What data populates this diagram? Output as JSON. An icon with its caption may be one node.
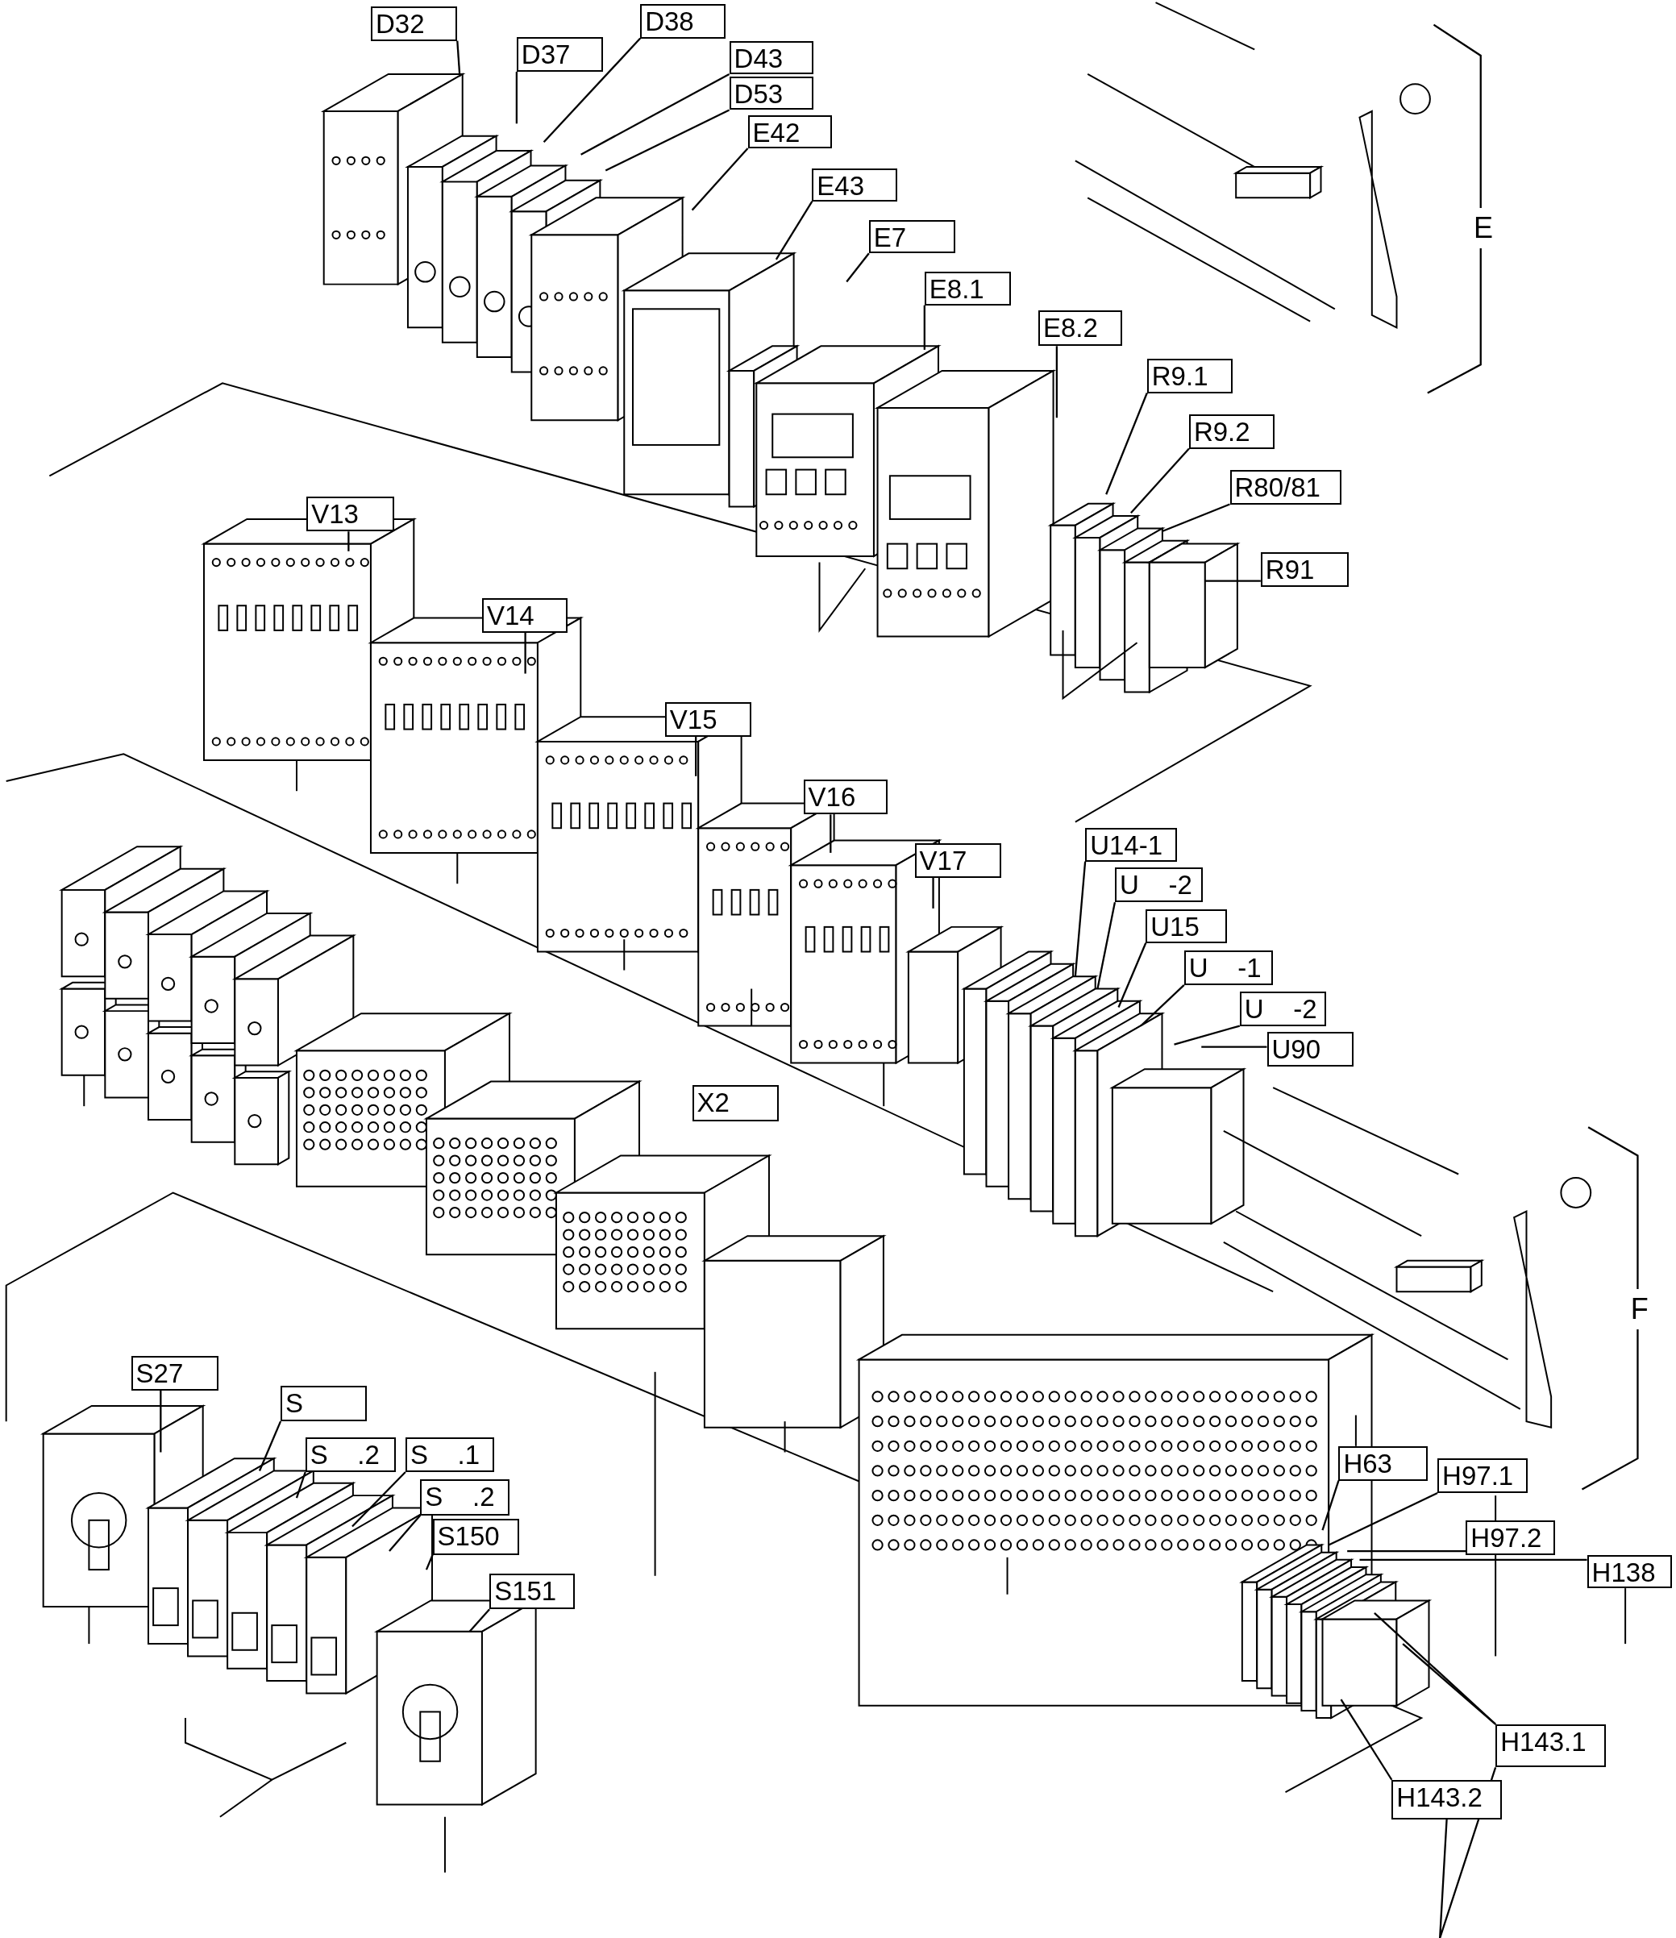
{
  "diagram": {
    "nodes": [
      {
        "text": [
          "D32"
        ]
      },
      {
        "text": [
          "D37"
        ]
      },
      {
        "text": [
          "D38"
        ]
      },
      {
        "text": [
          "D43"
        ]
      },
      {
        "text": [
          "D53"
        ]
      },
      {
        "text": [
          "E42"
        ]
      },
      {
        "text": [
          "E43"
        ]
      },
      {
        "text": [
          "E7"
        ]
      },
      {
        "text": [
          "E8.1"
        ]
      },
      {
        "text": [
          "E8.2"
        ]
      },
      {
        "text": [
          "R9.1"
        ]
      },
      {
        "text": [
          "R9.2"
        ]
      },
      {
        "text": [
          "R80/81"
        ]
      },
      {
        "text": [
          "R91"
        ]
      },
      {
        "text": [
          "V13"
        ]
      },
      {
        "text": [
          "V14"
        ]
      },
      {
        "text": [
          "V15"
        ]
      },
      {
        "text": [
          "V16"
        ]
      },
      {
        "text": [
          "V17"
        ]
      },
      {
        "text": [
          "U14-1"
        ]
      },
      {
        "text": [
          "U    -2"
        ]
      },
      {
        "text": [
          "U15"
        ]
      },
      {
        "text": [
          "U    -1"
        ]
      },
      {
        "text": [
          "U    -2"
        ]
      },
      {
        "text": [
          "U90"
        ]
      },
      {
        "text": [
          "X2"
        ]
      },
      {
        "text": [
          "S27"
        ]
      },
      {
        "text": [
          "S"
        ]
      },
      {
        "text": [
          "S    .2"
        ]
      },
      {
        "text": [
          "S    .1"
        ]
      },
      {
        "text": [
          "S    .2"
        ]
      },
      {
        "text": [
          "S150"
        ]
      },
      {
        "text": [
          "S151"
        ]
      },
      {
        "text": [
          "H63"
        ]
      },
      {
        "text": [
          "H97.1"
        ]
      },
      {
        "text": [
          "H97.2"
        ]
      },
      {
        "text": [
          "H138"
        ]
      },
      {
        "text": [
          "H143.1"
        ]
      },
      {
        "text": [
          "H143.2"
        ]
      }
    ],
    "edges": [
      {
        "from": 0,
        "to": null,
        "arrow": "none"
      },
      {
        "from": 1,
        "to": null,
        "arrow": "none"
      },
      {
        "from": 2,
        "to": null,
        "arrow": "none"
      },
      {
        "from": 3,
        "to": null,
        "arrow": "none"
      },
      {
        "from": 4,
        "to": null,
        "arrow": "none"
      },
      {
        "from": 5,
        "to": null,
        "arrow": "none"
      },
      {
        "from": 6,
        "to": null,
        "arrow": "none"
      },
      {
        "from": 7,
        "to": null,
        "arrow": "none"
      },
      {
        "from": 8,
        "to": null,
        "arrow": "none"
      },
      {
        "from": 9,
        "to": null,
        "arrow": "none"
      },
      {
        "from": 10,
        "to": null,
        "arrow": "none"
      },
      {
        "from": 11,
        "to": null,
        "arrow": "none"
      },
      {
        "from": 12,
        "to": null,
        "arrow": "none"
      },
      {
        "from": 13,
        "to": null,
        "arrow": "none"
      },
      {
        "from": 14,
        "to": null,
        "arrow": "none"
      },
      {
        "from": 15,
        "to": null,
        "arrow": "none"
      },
      {
        "from": 16,
        "to": null,
        "arrow": "none"
      },
      {
        "from": 17,
        "to": null,
        "arrow": "none"
      },
      {
        "from": 18,
        "to": null,
        "arrow": "none"
      },
      {
        "from": 19,
        "to": null,
        "arrow": "none"
      },
      {
        "from": 20,
        "to": null,
        "arrow": "none"
      },
      {
        "from": 21,
        "to": null,
        "arrow": "none"
      },
      {
        "from": 22,
        "to": null,
        "arrow": "none"
      },
      {
        "from": 23,
        "to": null,
        "arrow": "none"
      },
      {
        "from": 24,
        "to": null,
        "arrow": "none"
      },
      {
        "from": 26,
        "to": null,
        "arrow": "none"
      },
      {
        "from": 27,
        "to": null,
        "arrow": "none"
      },
      {
        "from": 28,
        "to": null,
        "arrow": "none"
      },
      {
        "from": 29,
        "to": null,
        "arrow": "none"
      },
      {
        "from": 30,
        "to": null,
        "arrow": "none"
      },
      {
        "from": 31,
        "to": null,
        "arrow": "none"
      },
      {
        "from": 32,
        "to": null,
        "arrow": "none"
      },
      {
        "from": 33,
        "to": null,
        "arrow": "none"
      },
      {
        "from": 34,
        "to": null,
        "arrow": "none"
      },
      {
        "from": 35,
        "to": null,
        "arrow": "none"
      },
      {
        "from": 36,
        "to": null,
        "arrow": "none"
      },
      {
        "from": 37,
        "to": null,
        "arrow": "none"
      },
      {
        "from": 37,
        "to": null,
        "arrow": "none"
      },
      {
        "from": 38,
        "to": null,
        "arrow": "none"
      },
      {
        "from": 38,
        "to": 37,
        "arrow": "none"
      }
    ],
    "labels": [
      "E",
      "F"
    ]
  }
}
